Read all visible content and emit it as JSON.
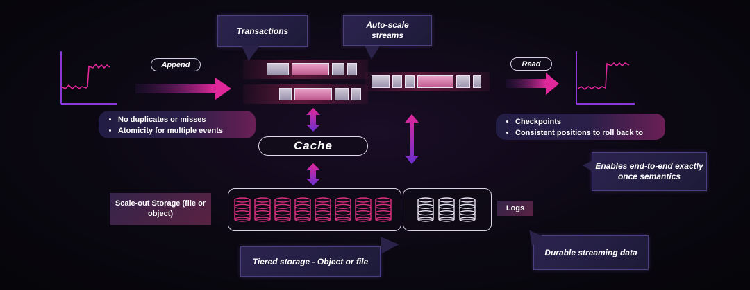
{
  "callouts": {
    "transactions": "Transactions",
    "autoscale": "Auto-scale streams",
    "end_to_end": "Enables end-to-end exactly once semantics",
    "tiered": "Tiered storage - Object or file",
    "durable": "Durable streaming data"
  },
  "labels": {
    "append": "Append",
    "read": "Read",
    "cache": "Cache",
    "scale_out_storage": "Scale-out Storage (file or object)",
    "logs": "Logs"
  },
  "left_bullets": [
    "No duplicates or misses",
    "Atomicity for multiple events"
  ],
  "right_bullets": [
    "Checkpoints",
    "Consistent positions to roll back to"
  ],
  "colors": {
    "accent_magenta": "#d0239a",
    "accent_purple": "#7a2fd0",
    "callout_bg": "#2c2450",
    "stream_pink": "#c05a8e"
  },
  "icons": {
    "append_arrow": "right-arrow-icon",
    "read_arrow": "right-arrow-icon",
    "vertical_arrows": "double-arrow-icon",
    "storage_units": "database-icon",
    "left_chart": "line-chart-icon",
    "right_chart": "line-chart-icon"
  }
}
